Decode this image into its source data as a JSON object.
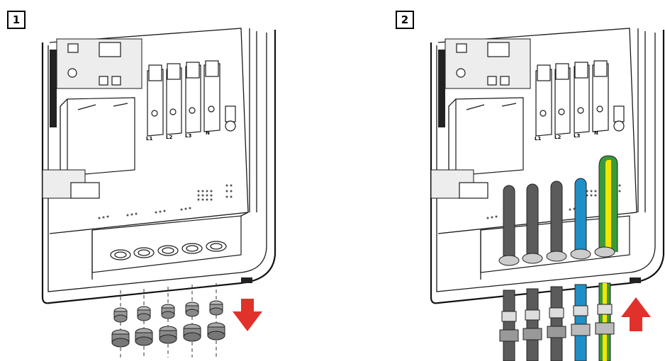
{
  "steps": [
    {
      "number": "1",
      "terminal_labels": [
        "L1",
        "L2",
        "L3",
        "N"
      ],
      "arrow_direction": "down"
    },
    {
      "number": "2",
      "terminal_labels": [
        "L1",
        "L2",
        "L3",
        "N"
      ],
      "arrow_direction": "up"
    }
  ],
  "colors": {
    "arrow": "#e0312b",
    "cable_grey": "#5b5b5b",
    "cable_blue": "#1f8fc7",
    "cable_pe_green": "#3a9a3a",
    "cable_pe_yellow": "#f2e600"
  },
  "icons": [
    "down-arrow-icon",
    "up-arrow-icon",
    "cable-gland-icon"
  ]
}
